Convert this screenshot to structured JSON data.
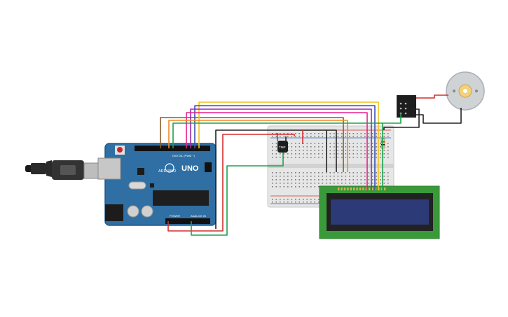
{
  "board": {
    "uno_label": "UNO",
    "brand_label": "ARDUINO",
    "digital_label": "DIGITAL (PWM ~)",
    "power_label": "POWER",
    "analog_label": "ANALOG IN"
  },
  "sensor": {
    "label": "TMP"
  },
  "lcd": {
    "color": "#2c3a78"
  },
  "wires": [
    {
      "name": "wire-brown",
      "color": "#8b5a2b"
    },
    {
      "name": "wire-yellow",
      "color": "#f1c21b"
    },
    {
      "name": "wire-blue",
      "color": "#3f51b5"
    },
    {
      "name": "wire-purple",
      "color": "#9c27b0"
    },
    {
      "name": "wire-pink",
      "color": "#e91e8c"
    },
    {
      "name": "wire-green",
      "color": "#1aa34a"
    },
    {
      "name": "wire-orange",
      "color": "#f08a24"
    },
    {
      "name": "wire-black",
      "color": "#222222"
    },
    {
      "name": "wire-red",
      "color": "#d32f2f"
    }
  ]
}
